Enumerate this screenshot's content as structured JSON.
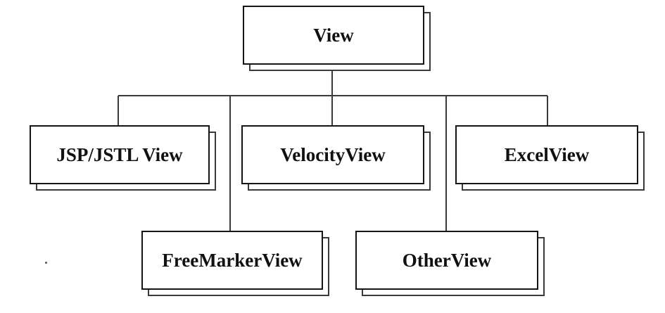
{
  "diagram": {
    "root": {
      "label": "View"
    },
    "children": [
      {
        "id": "jsp",
        "label": "JSP/JSTL View"
      },
      {
        "id": "velocity",
        "label": "VelocityView"
      },
      {
        "id": "excel",
        "label": "ExcelView"
      },
      {
        "id": "freemarker",
        "label": "FreeMarkerView"
      },
      {
        "id": "other",
        "label": "OtherView"
      }
    ]
  }
}
